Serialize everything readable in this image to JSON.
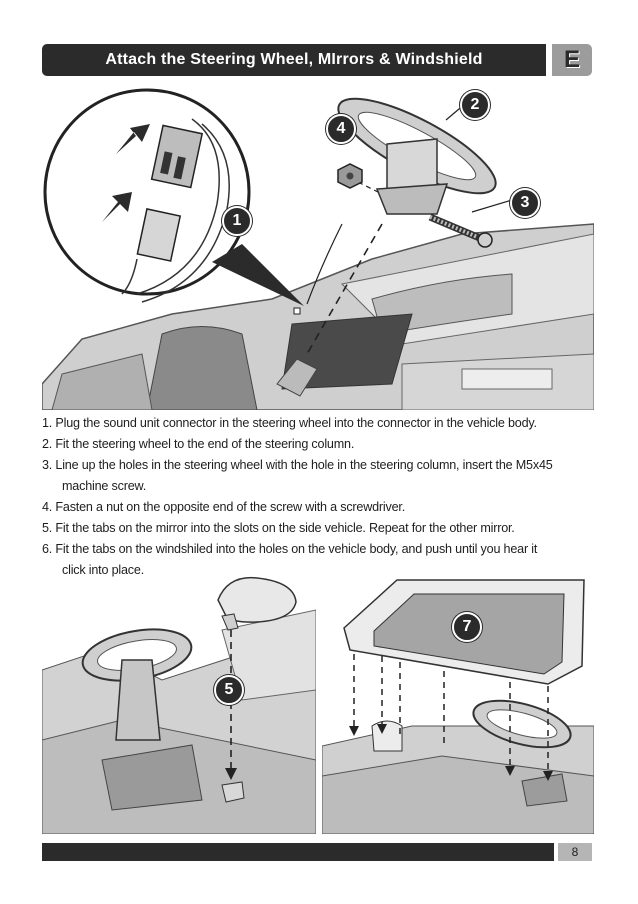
{
  "header": {
    "title": "Attach the Steering Wheel,  MIrrors & Windshield",
    "section": "E"
  },
  "figure_top": {
    "badges": [
      "1",
      "2",
      "3",
      "4"
    ]
  },
  "instructions": {
    "lines": [
      "1. Plug the sound unit connector in the steering wheel into the connector in the vehicle body.",
      "2. Fit the steering wheel to the end of the steering column.",
      "3. Line up the holes in the steering wheel with the hole in the steering column, insert the M5x45",
      "machine screw.",
      "4. Fasten a nut on the opposite end of the screw with a screwdriver.",
      "5. Fit the tabs on the mirror into the slots on the side vehicle. Repeat for the other mirror.",
      "6. Fit the tabs on the windshiled into the holes on the vehicle body, and push until you hear it",
      "click into place."
    ]
  },
  "figure_mirror": {
    "badge": "5"
  },
  "figure_windshield": {
    "badge": "7"
  },
  "footer": {
    "page_number": "8"
  },
  "colors": {
    "dark": "#2b2b2b",
    "mid_gray": "#9c9c9c",
    "light_gray": "#d9d9d9"
  }
}
